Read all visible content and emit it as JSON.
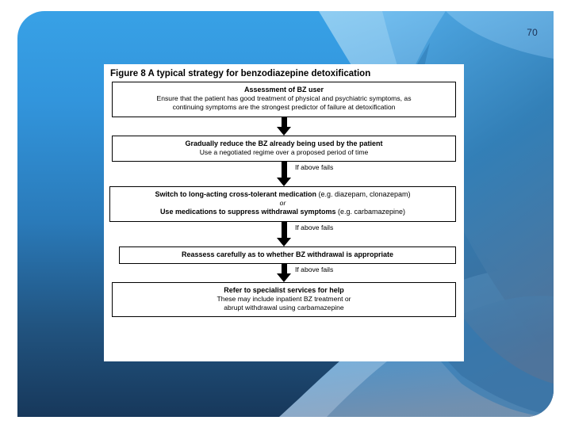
{
  "slide": {
    "page_number": "70",
    "background": {
      "top_color": "#38a1e6",
      "bottom_color": "#17385b",
      "accent_light": "#7fc4ee",
      "accent_mid": "#5aa8dd"
    }
  },
  "figure": {
    "title": "Figure 8 A typical strategy for benzodiazepine detoxification",
    "nodes": [
      {
        "id": "assessment",
        "lines": [
          {
            "text": "Assessment of BZ user",
            "style": "bold"
          },
          {
            "text": "Ensure that the patient has good treatment of physical and psychiatric symptoms, as",
            "style": "regular"
          },
          {
            "text": "continuing symptoms are the strongest predictor of failure at detoxification",
            "style": "regular"
          }
        ]
      },
      {
        "id": "gradual-reduction",
        "lines": [
          {
            "text": "Gradually reduce the BZ already being used by the patient",
            "style": "bold"
          },
          {
            "text": "Use a negotiated regime over a proposed period of time",
            "style": "regular"
          }
        ]
      },
      {
        "id": "switch-medication",
        "lines": [
          {
            "text": "Switch to long-acting cross-tolerant medication",
            "suffix": " (e.g. diazepam, clonazepam)",
            "style": "bold-with-regular"
          },
          {
            "text": "or",
            "style": "italic"
          },
          {
            "text": "Use medications to suppress withdrawal symptoms",
            "suffix": " (e.g. carbamazepine)",
            "style": "bold-with-regular"
          }
        ]
      },
      {
        "id": "reassess",
        "lines": [
          {
            "text": "Reassess carefully as to whether BZ withdrawal is appropriate",
            "style": "bold"
          }
        ]
      },
      {
        "id": "refer-specialist",
        "lines": [
          {
            "text": "Refer to specialist services for help",
            "style": "bold"
          },
          {
            "text": "These may include inpatient BZ treatment or",
            "style": "regular"
          },
          {
            "text": "abrupt withdrawal using carbamazepine",
            "style": "regular"
          }
        ]
      }
    ],
    "connectors": [
      {
        "id": "conn-1",
        "label": ""
      },
      {
        "id": "conn-2",
        "label": "If above fails"
      },
      {
        "id": "conn-3",
        "label": "If above fails"
      },
      {
        "id": "conn-4",
        "label": "If above fails"
      }
    ]
  }
}
